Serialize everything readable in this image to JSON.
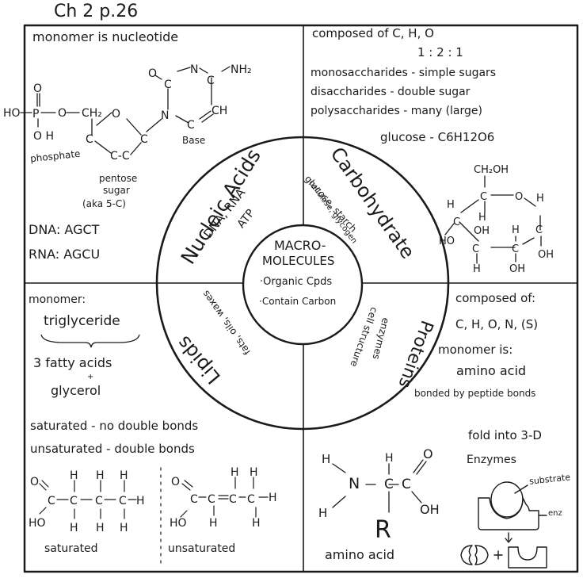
{
  "header": {
    "title": "Ch 2  p.26"
  },
  "center": {
    "title_line1": "MACRO-",
    "title_line2": "MOLECULES",
    "bullet1": "·Organic Cpds",
    "bullet2": "·Contain Carbon"
  },
  "ring": {
    "nucleic": {
      "label": "Nucleic Acids",
      "examples_line1": "DNA, RNA",
      "examples_line2": "ATP"
    },
    "carbohydrate": {
      "label": "Carbohydrate",
      "examples_line1": "glucose, starch",
      "examples_line2": "cellulose, glycogen"
    },
    "lipids": {
      "label": "Lipids",
      "examples": "fats, oils, waxes"
    },
    "proteins": {
      "label": "Proteins",
      "examples_line1": "enzymes",
      "examples_line2": "cell structure"
    }
  },
  "quadrants": {
    "nucleic_acids": {
      "monomer": "monomer is nucleotide",
      "structure_labels": {
        "phosphate": "phosphate",
        "pentose": "pentose",
        "sugar": "sugar",
        "aka": "(aka 5-C)",
        "base": "Base"
      },
      "dna": "DNA: AGCT",
      "rna": "RNA: AGCU"
    },
    "carbohydrates": {
      "composed": "composed of  C, H, O",
      "ratio": "1 : 2 : 1",
      "mono": "monosaccharides - simple sugars",
      "di": "disaccharides - double sugar",
      "poly": "polysaccharides - many (large)",
      "glucose": "glucose - C6H12O6"
    },
    "lipids": {
      "monomer": "monomer:",
      "triglyceride": "triglyceride",
      "fatty": "3 fatty acids",
      "plus": "+",
      "glycerol": "glycerol",
      "saturated_def": "saturated - no double bonds",
      "unsaturated_def": "unsaturated - double bonds",
      "saturated_label": "saturated",
      "unsaturated_label": "unsaturated"
    },
    "proteins": {
      "composed": "composed of:",
      "elements": "C, H, O, N, (S)",
      "monomer": "monomer is:",
      "amino": "amino acid",
      "bonded": "bonded by peptide bonds",
      "fold": "fold into 3-D",
      "enzymes": "Enzymes",
      "substrate": "substrate",
      "enz": "enz",
      "amino_label": "amino acid"
    }
  }
}
